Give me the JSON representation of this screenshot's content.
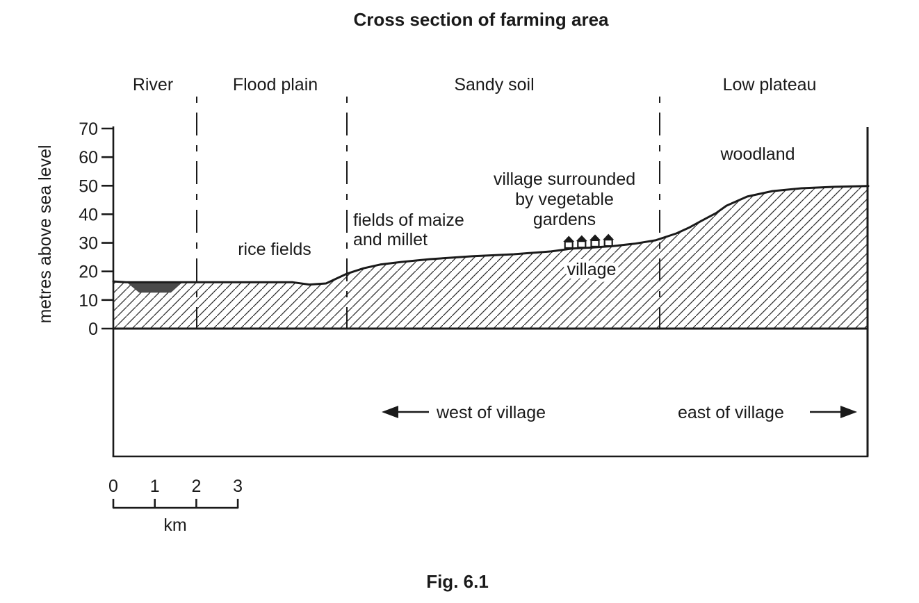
{
  "title": "Cross section of farming area",
  "figure_caption": "Fig. 6.1",
  "y_axis": {
    "label": "metres above sea level",
    "ticks": [
      0,
      10,
      20,
      30,
      40,
      50,
      60,
      70
    ]
  },
  "zones": [
    {
      "name": "River",
      "from_km": 0,
      "to_km": 2.0
    },
    {
      "name": "Flood plain",
      "from_km": 2.0,
      "to_km": 5.6
    },
    {
      "name": "Sandy soil",
      "from_km": 5.6,
      "to_km": 13.1
    },
    {
      "name": "Low plateau",
      "from_km": 13.1,
      "to_km": 18.1
    }
  ],
  "labels": {
    "rice_fields": "rice fields",
    "maize_line1": "fields of maize",
    "maize_line2": "and millet",
    "village_surrounded_1": "village surrounded",
    "village_surrounded_2": "by vegetable",
    "village_surrounded_3": "gardens",
    "village": "village",
    "woodland": "woodland"
  },
  "directions": {
    "west": "west of village",
    "east": "east of village"
  },
  "scale_bar": {
    "ticks": [
      "0",
      "1",
      "2",
      "3"
    ],
    "unit": "km"
  },
  "chart_data": {
    "type": "area",
    "title": "Cross section of farming area",
    "x_unit": "km",
    "y_unit": "metres above sea level",
    "x_range_km": [
      0,
      18.1
    ],
    "ylim": [
      0,
      70
    ],
    "y_ticks": [
      0,
      10,
      20,
      30,
      40,
      50,
      60,
      70
    ],
    "zone_boundaries_km": [
      2.0,
      5.6,
      13.1
    ],
    "profile_km_m": [
      [
        0,
        16.5
      ],
      [
        0.3,
        16.2
      ],
      [
        1.7,
        16.2
      ],
      [
        4.3,
        16.2
      ],
      [
        4.7,
        15.4
      ],
      [
        5.1,
        15.8
      ],
      [
        5.6,
        19.2
      ],
      [
        6.0,
        21.1
      ],
      [
        6.4,
        22.4
      ],
      [
        6.9,
        23.3
      ],
      [
        7.6,
        24.3
      ],
      [
        8.6,
        25.3
      ],
      [
        9.6,
        26.0
      ],
      [
        10.5,
        27.0
      ],
      [
        11.0,
        28.0
      ],
      [
        11.5,
        28.4
      ],
      [
        12.0,
        28.9
      ],
      [
        12.5,
        29.7
      ],
      [
        13.0,
        30.9
      ],
      [
        13.5,
        33.3
      ],
      [
        13.8,
        35.3
      ],
      [
        14.1,
        37.7
      ],
      [
        14.45,
        40.4
      ],
      [
        14.7,
        43.0
      ],
      [
        15.2,
        46.2
      ],
      [
        15.8,
        48.1
      ],
      [
        16.5,
        49.1
      ],
      [
        17.3,
        49.6
      ],
      [
        18.1,
        49.9
      ]
    ],
    "river_water_km_m": [
      [
        0.33,
        16.1
      ],
      [
        1.65,
        16.1
      ],
      [
        1.38,
        12.6
      ],
      [
        0.62,
        12.6
      ]
    ],
    "houses": [
      {
        "km": 10.92,
        "base_m": 28.2
      },
      {
        "km": 11.23,
        "base_m": 28.4
      },
      {
        "km": 11.55,
        "base_m": 28.7
      },
      {
        "km": 11.87,
        "base_m": 28.9
      }
    ]
  }
}
